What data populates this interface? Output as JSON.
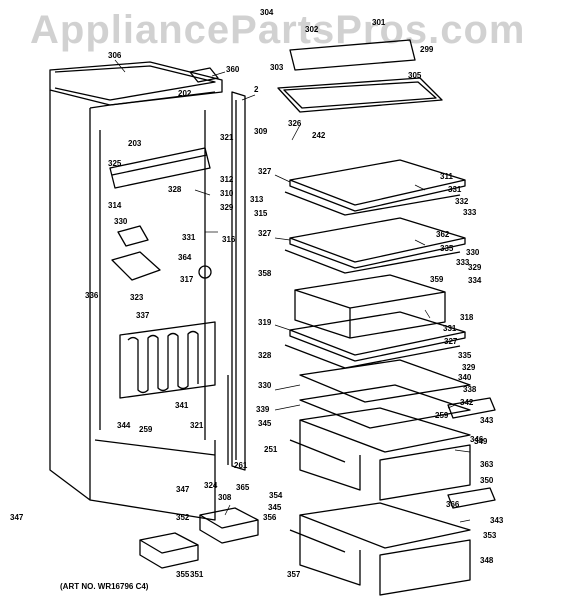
{
  "watermark": "AppliancePartsPros.com",
  "caption": "(ART NO. WR16796 C4)",
  "callouts": [
    "304",
    "302",
    "301",
    "299",
    "306",
    "303",
    "360",
    "305",
    "202",
    "2",
    "326",
    "242",
    "203",
    "321",
    "309",
    "325",
    "312",
    "311",
    "327",
    "331",
    "328",
    "310",
    "314",
    "313",
    "332",
    "329",
    "315",
    "333",
    "330",
    "316",
    "362",
    "327",
    "331",
    "358",
    "335",
    "330",
    "333",
    "364",
    "329",
    "317",
    "359",
    "334",
    "336",
    "323",
    "318",
    "337",
    "319",
    "331",
    "327",
    "328",
    "335",
    "329",
    "330",
    "340",
    "338",
    "339",
    "342",
    "345",
    "259",
    "341",
    "343",
    "344",
    "259",
    "321",
    "261",
    "251",
    "349",
    "346",
    "365",
    "363",
    "347",
    "324",
    "308",
    "354",
    "350",
    "345",
    "366",
    "343",
    "352",
    "356",
    "353",
    "351",
    "355",
    "357",
    "348",
    "347"
  ]
}
